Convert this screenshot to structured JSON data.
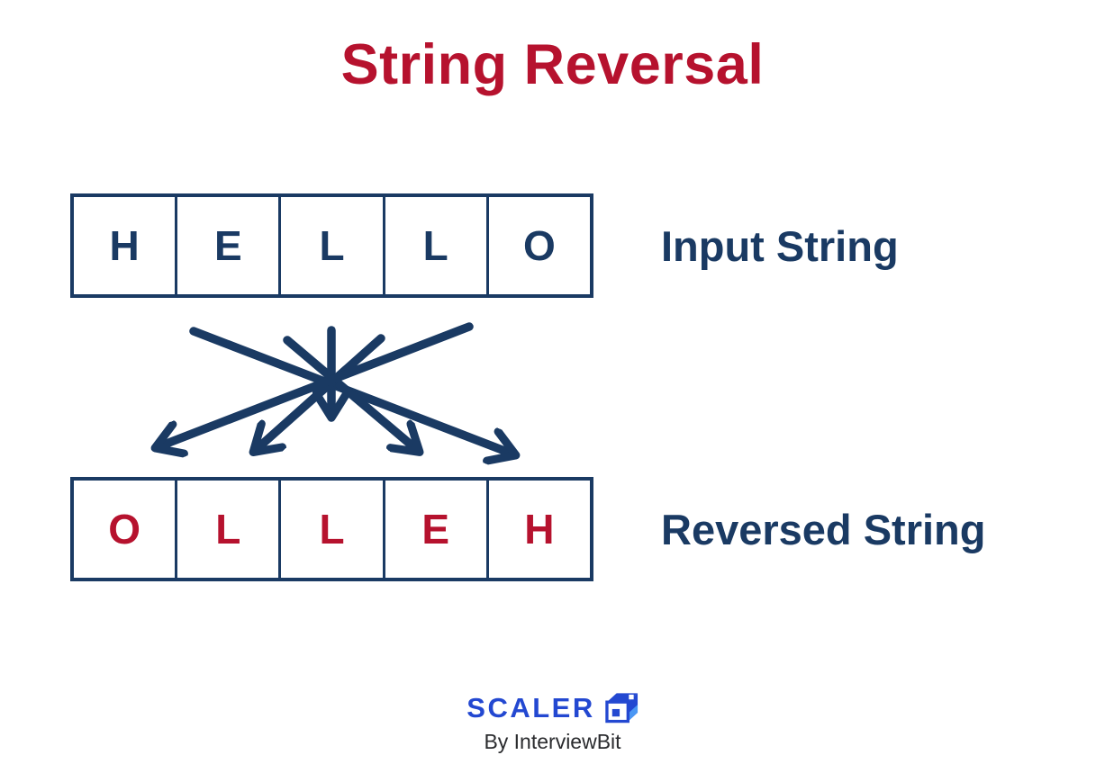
{
  "title": {
    "text": "String Reversal"
  },
  "input_row": {
    "label": "Input String",
    "cells": [
      "H",
      "E",
      "L",
      "L",
      "O"
    ]
  },
  "reversed_row": {
    "label": "Reversed String",
    "cells": [
      "O",
      "L",
      "L",
      "E",
      "H"
    ]
  },
  "arrows": {
    "color": "#1A3A63",
    "description": "each input position maps to mirrored output position",
    "mappings": [
      {
        "from_index": 0,
        "to_index": 4
      },
      {
        "from_index": 1,
        "to_index": 3
      },
      {
        "from_index": 2,
        "to_index": 2
      },
      {
        "from_index": 3,
        "to_index": 1
      },
      {
        "from_index": 4,
        "to_index": 0
      }
    ]
  },
  "footer": {
    "brand": "SCALER",
    "byline": "By InterviewBit",
    "cube_icon": "scaler-cube-icon"
  },
  "colors": {
    "title_red": "#B6122E",
    "navy": "#1A3A63",
    "reversed_letter_red": "#B6122E",
    "brand_blue": "#2348D1",
    "brand_light_blue": "#4A97F4",
    "byline_gray": "#2A2B2E",
    "background": "#FFFFFF"
  }
}
